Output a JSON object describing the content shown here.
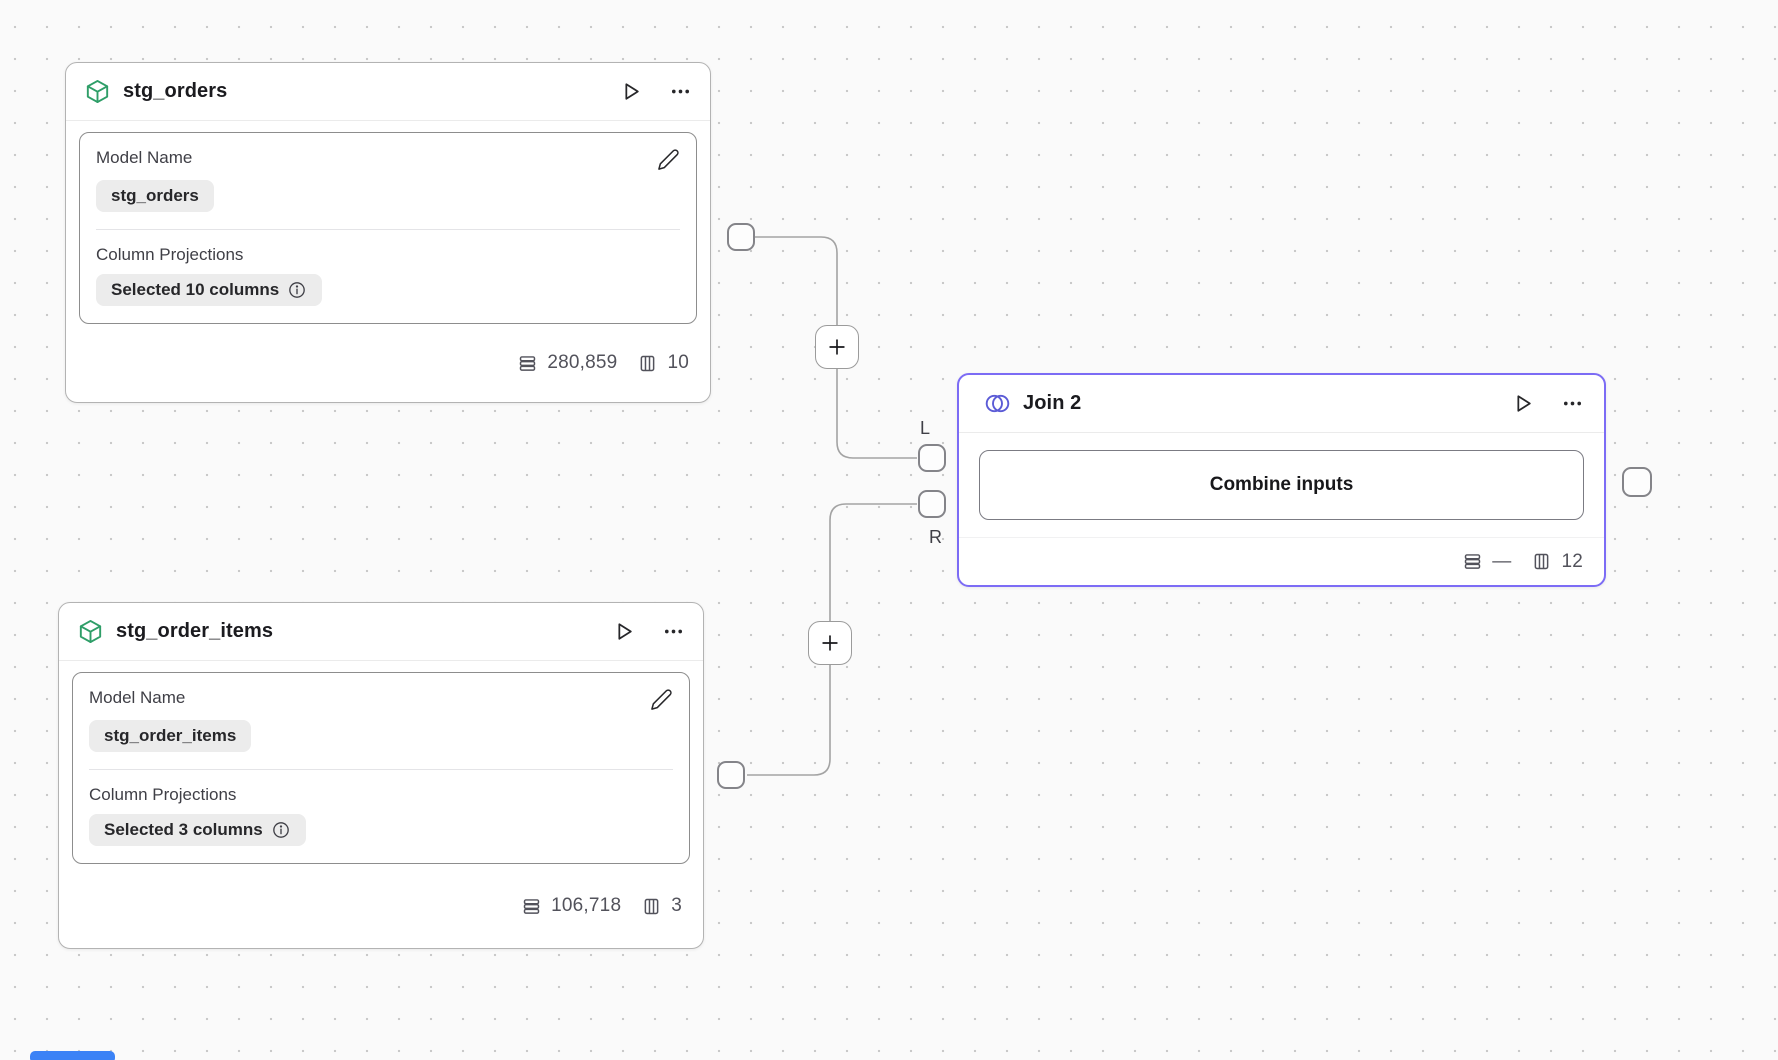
{
  "canvas": {
    "background": "#fafafa",
    "dot_color": "#c9c9c9"
  },
  "node_stg_orders": {
    "title": "stg_orders",
    "model_name_label": "Model Name",
    "model_name_value": "stg_orders",
    "projections_label": "Column Projections",
    "projections_value": "Selected 10 columns",
    "row_count": "280,859",
    "column_count": "10"
  },
  "node_stg_order_items": {
    "title": "stg_order_items",
    "model_name_label": "Model Name",
    "model_name_value": "stg_order_items",
    "projections_label": "Column Projections",
    "projections_value": "Selected 3 columns",
    "row_count": "106,718",
    "column_count": "3"
  },
  "node_join": {
    "title": "Join 2",
    "combine_button_label": "Combine inputs",
    "row_count": "—",
    "column_count": "12",
    "left_port_label": "L",
    "right_port_label": "R"
  },
  "colors": {
    "model_icon_green": "#2f9e68",
    "join_icon_purple": "#5b5bd6",
    "join_border_purple": "#7c6cf5",
    "edge_gray": "#a3a3a3",
    "chip_background": "#ececec",
    "scrollbar_blue": "#3b82f6"
  },
  "icons": {
    "model": "cube-icon",
    "join": "venn-diagram-icon",
    "run": "play-icon",
    "menu": "ellipsis-icon",
    "edit": "pencil-icon",
    "info": "info-icon",
    "rows": "table-rows-icon",
    "columns": "table-columns-icon"
  }
}
